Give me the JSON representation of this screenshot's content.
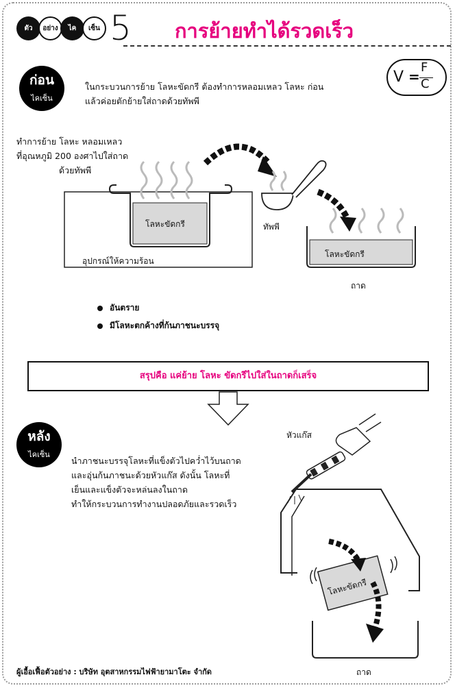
{
  "header": {
    "badges": [
      "ตัว",
      "อย่าง",
      "ไค",
      "เซ็น"
    ],
    "number": "5",
    "title": "การย้ายทำได้รวดเร็ว"
  },
  "formula": {
    "v": "V",
    "eq": "=",
    "f": "F",
    "c": "C"
  },
  "before": {
    "bubble_big": "ก่อน",
    "bubble_small": "ไคเซ็น",
    "intro_line1": "ในกระบวนการย้าย โลหะขัดกรี ต้องทำการหลอมเหลว โลหะ ก่อน",
    "intro_line2": "แล้วค่อยตักย้ายใส่ถาดด้วยทัพพี",
    "step_line1": "ทำการย้าย โลหะ หลอมเหลว",
    "step_line2": "ที่อุณหภูมิ 200 องศาไปใส่ถาด",
    "step_line3": "ด้วยทัพพี",
    "furnace_metal": "โลหะขัดกรี",
    "ladle": "ทัพพี",
    "tray_metal": "โลหะขัดกรี",
    "heater": "อุปกรณ์ให้ความร้อน",
    "tray": "ถาด",
    "bullets": [
      "อันตราย",
      "มีโลหะตกค้างที่ก้นภาชนะบรรจุ"
    ]
  },
  "summary": "สรุปคือ แค่ย้าย โลหะ ขัดกรีไปใส่ในถาดก็เสร็จ",
  "after": {
    "bubble_big": "หลัง",
    "bubble_small": "ไคเซ็น",
    "line1": "นำภาชนะบรรจุโลหะที่แข็งตัวไปคว่ำไว้บนถาด",
    "line2": "และอุ่นก้นภาชนะด้วยหัวแก๊ส ดังนั้น โลหะที่",
    "line3": "เย็นและแข็งตัวจะหล่นลงในถาด",
    "line4": "ทำให้กระบวนการทำงานปลอดภัยและรวดเร็ว",
    "torch": "หัวแก๊ส",
    "metal_block": "โลหะขัดกรี",
    "tray": "ถาด"
  },
  "footer": "ผู้เอื้อเฟื้อตัวอย่าง : บริษัท อุตสาหกรรมไฟฟ้ายามาโตะ จำกัด",
  "colors": {
    "accent": "#e6007e",
    "metal": "#d9d9d9"
  }
}
